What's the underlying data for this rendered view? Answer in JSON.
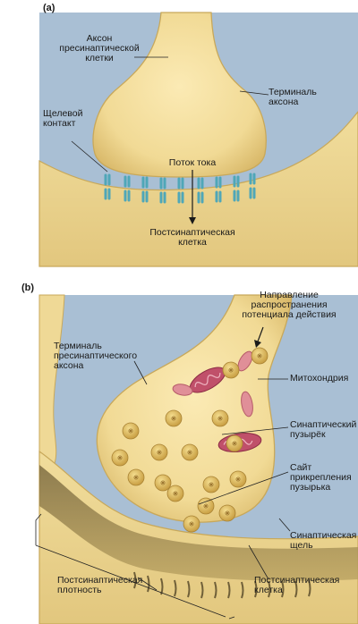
{
  "panel_a": {
    "tag": "(a)",
    "labels": {
      "presynaptic_axon": [
        "Аксон",
        "пресинаптической",
        "клетки"
      ],
      "axon_terminal": [
        "Терминаль",
        "аксона"
      ],
      "gap_junction": [
        "Щелевой",
        "контакт"
      ],
      "current_flow": "Поток тока",
      "postsynaptic_cell": [
        "Постсинаптическая",
        "клетка"
      ]
    }
  },
  "panel_b": {
    "tag": "(b)",
    "labels": {
      "ap_direction": [
        "Направление",
        "распространения",
        "потенциала действия"
      ],
      "presynaptic_terminal": [
        "Терминаль",
        "пресинаптического",
        "аксона"
      ],
      "mitochondrion": "Митохондрия",
      "synaptic_vesicle": [
        "Синаптический",
        "пузырёк"
      ],
      "vesicle_site": [
        "Сайт",
        "прикрепления",
        "пузырька"
      ],
      "synaptic_cleft": [
        "Синаптическая",
        "щель"
      ],
      "postsynaptic_density": [
        "Постсинаптическая",
        "плотность"
      ],
      "postsynaptic_cell": [
        "Постсинаптическая",
        "клетка"
      ]
    }
  },
  "colors": {
    "background_blue": "#a9bfd4",
    "cell_fill": "#f3df9e",
    "cell_edge": "#c8a85a",
    "gap_channel": "#4fa7b8",
    "vesicle": "#d6b35a",
    "mitochondrion": "#c0506a",
    "postsyn_dark": "#8f7d4d"
  }
}
